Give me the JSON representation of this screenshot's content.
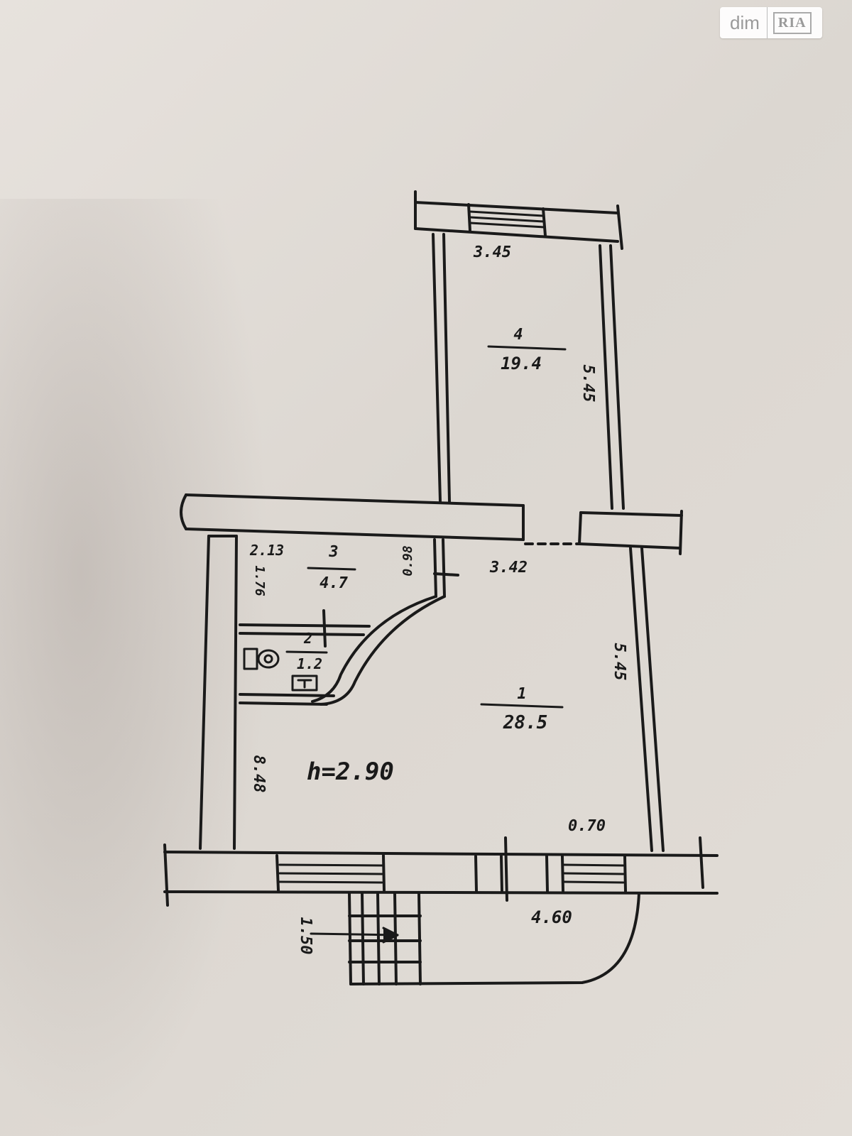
{
  "watermark": {
    "brand_left": "dim",
    "brand_right": "RIA"
  },
  "floor_plan": {
    "ceiling_height": "h=2.90",
    "rooms": [
      {
        "number": "4",
        "area": "19.4"
      },
      {
        "number": "3",
        "area": "4.7"
      },
      {
        "number": "2",
        "area": "1.2"
      },
      {
        "number": "1",
        "area": "28.5"
      }
    ],
    "dimensions": {
      "room4_width": "3.45",
      "room4_length": "5.45",
      "room3_width": "2.13",
      "room3_height": "1.76",
      "room3_door": "0.98",
      "room1_width": "3.42",
      "room1_length": "5.45",
      "left_wall": "8.48",
      "corner": "0.70",
      "front_width": "4.60",
      "porch_depth": "1.50"
    },
    "colors": {
      "ink": "#1a1a1a",
      "paper": "#e2ddd7"
    }
  }
}
